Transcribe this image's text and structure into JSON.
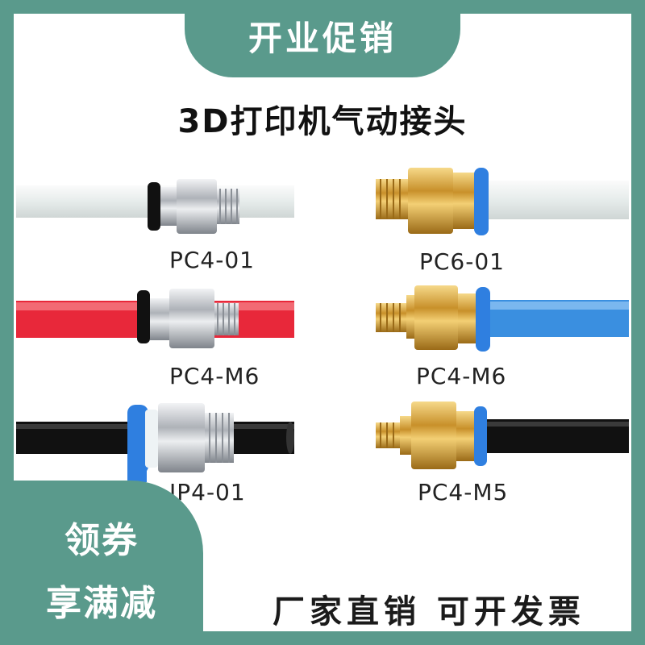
{
  "banner": {
    "text": "开业促销"
  },
  "headline": "3D打印机气动接头",
  "products": [
    {
      "model": "PC4-01"
    },
    {
      "model": "PC6-01"
    },
    {
      "model": "PC4-M6"
    },
    {
      "model": "PC4-M6"
    },
    {
      "model": "JP4-01"
    },
    {
      "model": "PC4-M5"
    }
  ],
  "badge": {
    "line1": "领券",
    "line2": "享满减"
  },
  "footer": {
    "slogan": "厂家直销  可开发票"
  },
  "colors": {
    "teal": "#5a9a8c",
    "brass": "#d4a23c",
    "chrome": "#c9ccd0",
    "blue": "#3a8fe0",
    "red": "#e8283a"
  }
}
